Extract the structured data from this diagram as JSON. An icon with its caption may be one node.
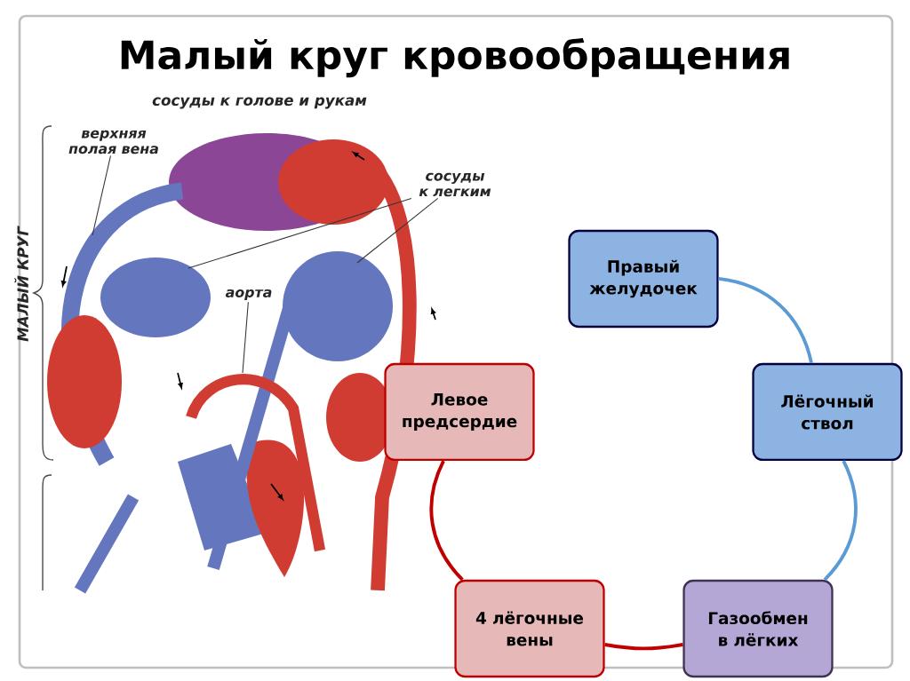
{
  "diagram": {
    "title": "Малый круг кровообращения",
    "nodes": [
      {
        "text": [
          "Правый желудочек"
        ]
      },
      {
        "text": [
          "Лёгочный ствол"
        ]
      },
      {
        "text": [
          "Газообмен в лёгких"
        ]
      },
      {
        "text": [
          "4 лёгочные вены"
        ]
      },
      {
        "text": [
          "Левое предсердие"
        ]
      },
      {
        "text": [
          "верхняя полая вена"
        ]
      },
      {
        "text": [
          "сосуды к легким"
        ]
      },
      {
        "text": [
          "аорта"
        ]
      }
    ],
    "edges": [
      {
        "from": 0,
        "to": 1,
        "arrow": "none",
        "style": "thick",
        "color": "#5b9bd5"
      },
      {
        "from": 1,
        "to": 2,
        "arrow": "none",
        "style": "thick",
        "color": "#5b9bd5"
      },
      {
        "from": 2,
        "to": 3,
        "arrow": "none",
        "style": "thick",
        "color": "#c00000"
      },
      {
        "from": 3,
        "to": 4,
        "arrow": "none",
        "style": "thick",
        "color": "#c00000"
      },
      {
        "from": 5,
        "to": null,
        "arrow": "none"
      },
      {
        "from": 6,
        "to": null,
        "arrow": "none"
      },
      {
        "from": 6,
        "to": null,
        "arrow": "none"
      },
      {
        "from": 7,
        "to": null,
        "arrow": "none"
      }
    ],
    "labels": [
      "сосуды к голове и рукам",
      "МАЛЫЙ КРУГ"
    ]
  }
}
